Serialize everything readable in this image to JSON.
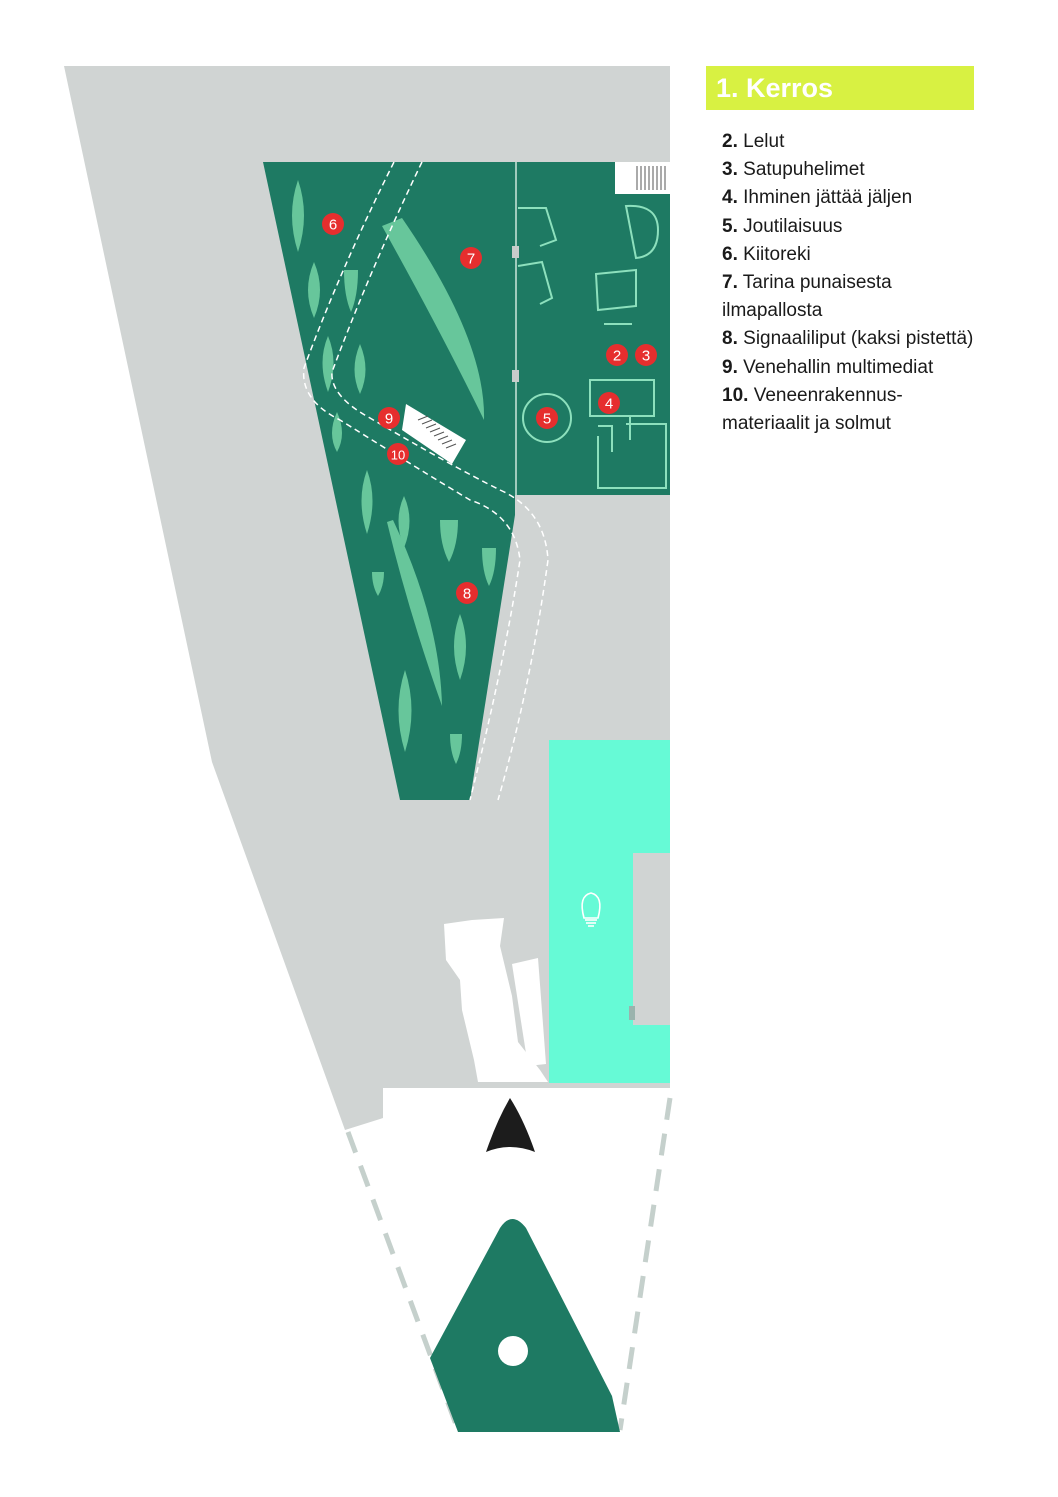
{
  "title": "1. Kerros",
  "legend": [
    {
      "number": "2.",
      "label": "Lelut"
    },
    {
      "number": "3.",
      "label": "Satupuhelimet"
    },
    {
      "number": "4.",
      "label": "Ihminen jättää jäljen"
    },
    {
      "number": "5.",
      "label": "Joutilaisuus"
    },
    {
      "number": "6.",
      "label": "Kiitoreki"
    },
    {
      "number": "7.",
      "label": "Tarina punaisesta ilmapallosta"
    },
    {
      "number": "8.",
      "label": "Signaaliliput (kaksi pistettä)"
    },
    {
      "number": "9.",
      "label": "Venehallin multimediat"
    },
    {
      "number": "10.",
      "label": "Veneenrakennus-materiaalit ja solmut"
    }
  ],
  "markers": [
    "2",
    "3",
    "4",
    "5",
    "6",
    "7",
    "8",
    "9",
    "10"
  ],
  "icons": {
    "idea": "lightbulb-icon",
    "north": "north-arrow-icon"
  },
  "colors": {
    "building": "#d0d4d3",
    "exhibit_hall": "#1e7a63",
    "leaf": "#67c69b",
    "info_area": "#66fad6",
    "marker": "#e62e2e",
    "title_bg": "#d8f142"
  }
}
